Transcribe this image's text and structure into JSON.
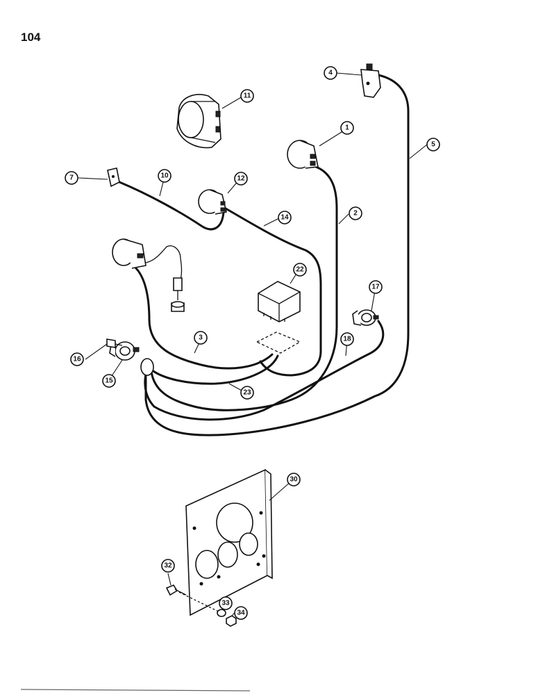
{
  "page": {
    "number": "104"
  },
  "callouts": [
    "1",
    "2",
    "3",
    "4",
    "5",
    "7",
    "10",
    "11",
    "12",
    "14",
    "15",
    "16",
    "17",
    "18",
    "22",
    "23",
    "30",
    "32",
    "33",
    "34"
  ]
}
